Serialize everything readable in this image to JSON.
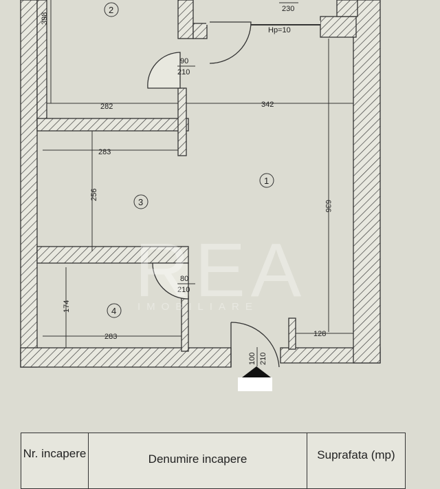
{
  "plan": {
    "rooms": [
      {
        "no": "1"
      },
      {
        "no": "2"
      },
      {
        "no": "3"
      },
      {
        "no": "4"
      }
    ],
    "dimensions": {
      "d398": "398",
      "d282": "282",
      "d342": "342",
      "d283_top": "283",
      "d256": "256",
      "d636": "636",
      "d174": "174",
      "d283_bottom": "283",
      "d128": "128"
    },
    "doors": {
      "d_top_width": "230",
      "hp_label": "Hp=10",
      "d1_w": "90",
      "d1_h": "210",
      "d2_w": "80",
      "d2_h": "210",
      "d3_w": "100",
      "d3_h": "210"
    },
    "watermark": {
      "main": "REA",
      "sub": "IMOBILIARE"
    }
  },
  "legend": {
    "col1": "Nr. incapere",
    "col2": "Denumire incapere",
    "col3": "Suprafata (mp)"
  }
}
